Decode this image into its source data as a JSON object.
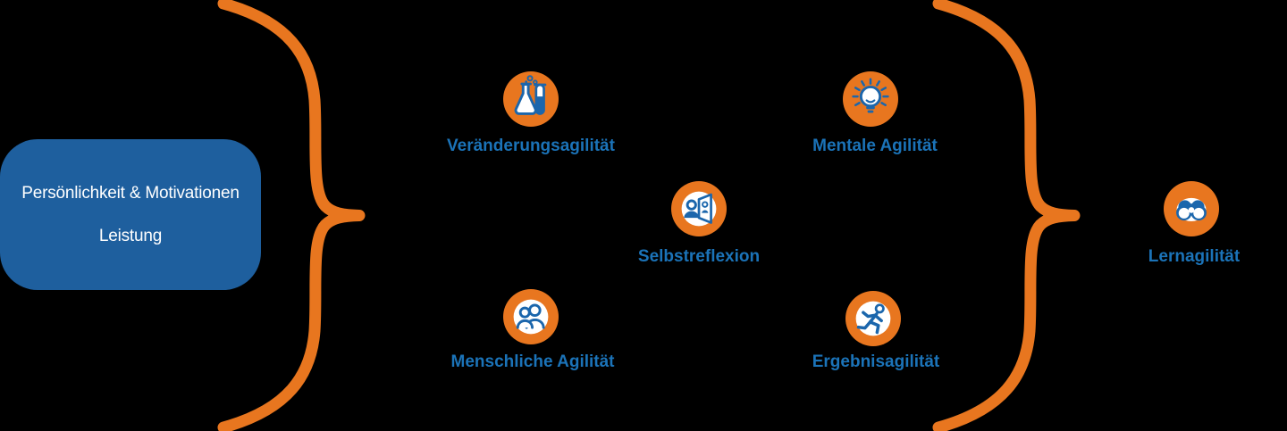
{
  "colors": {
    "orange": "#E8761F",
    "box_blue": "#1E5F9E",
    "label_blue": "#1B73B8",
    "icon_blue": "#1B66AC",
    "background": "#000000",
    "text_white": "#FFFFFF"
  },
  "left_box": {
    "line1": "Persönlichkeit & Motivationen",
    "line2": "Leistung"
  },
  "items": [
    {
      "id": "veraenderungsagilitaet",
      "label": "Veränderungsagilität",
      "icon": "flask-icon"
    },
    {
      "id": "mentale-agilitaet",
      "label": "Mentale Agilität",
      "icon": "lightbulb-icon"
    },
    {
      "id": "selbstreflexion",
      "label": "Selbstreflexion",
      "icon": "mirror-reflection-icon"
    },
    {
      "id": "menschliche-agilitaet",
      "label": "Menschliche Agilität",
      "icon": "people-icon"
    },
    {
      "id": "ergebnisagilitaet",
      "label": "Ergebnisagilität",
      "icon": "runner-icon"
    },
    {
      "id": "lernagilitaet",
      "label": "Lernagilität",
      "icon": "binoculars-icon"
    }
  ]
}
